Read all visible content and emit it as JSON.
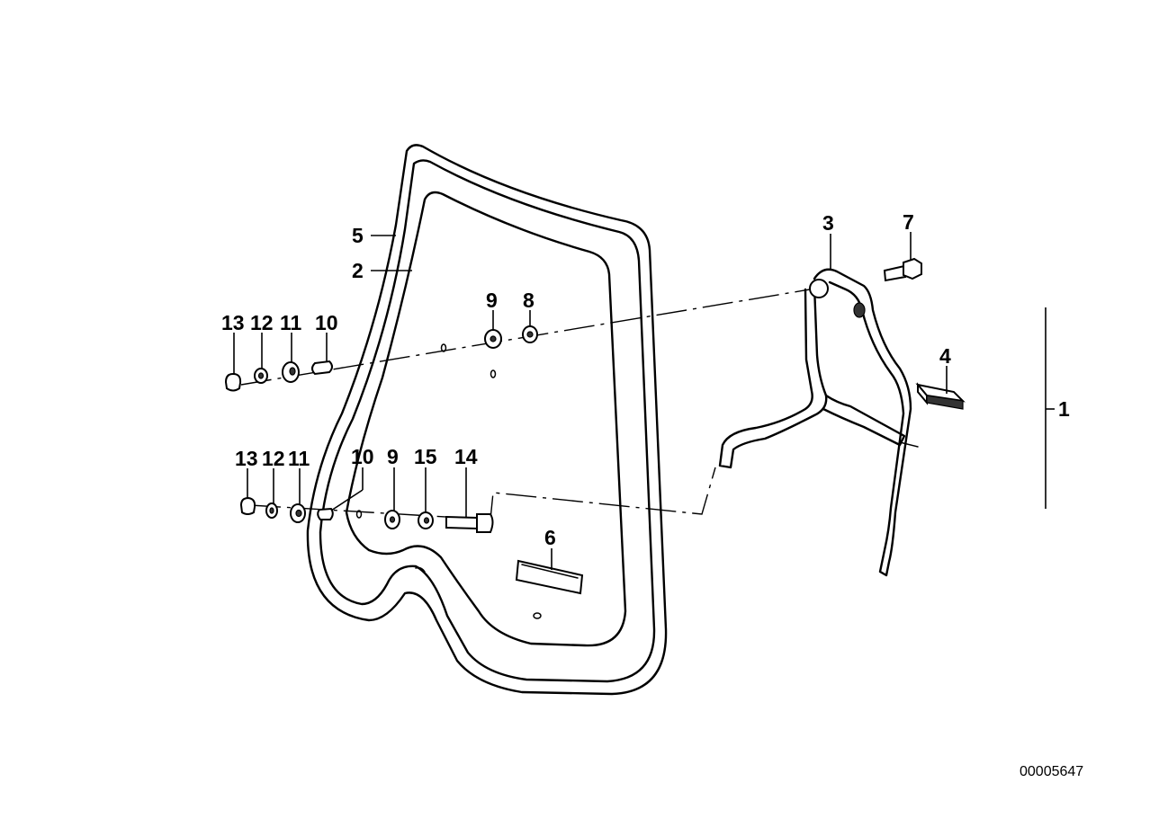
{
  "callouts": {
    "c1": "1",
    "c2": "2",
    "c3": "3",
    "c4": "4",
    "c5": "5",
    "c6": "6",
    "c7": "7",
    "c8": "8",
    "c9_top": "9",
    "c10_top": "10",
    "c11_top": "11",
    "c12_top": "12",
    "c13_top": "13",
    "c9_bottom": "9",
    "c10_bottom": "10",
    "c11_bottom": "11",
    "c12_bottom": "12",
    "c13_bottom": "13",
    "c14": "14",
    "c15": "15"
  },
  "document_number": "00005647"
}
